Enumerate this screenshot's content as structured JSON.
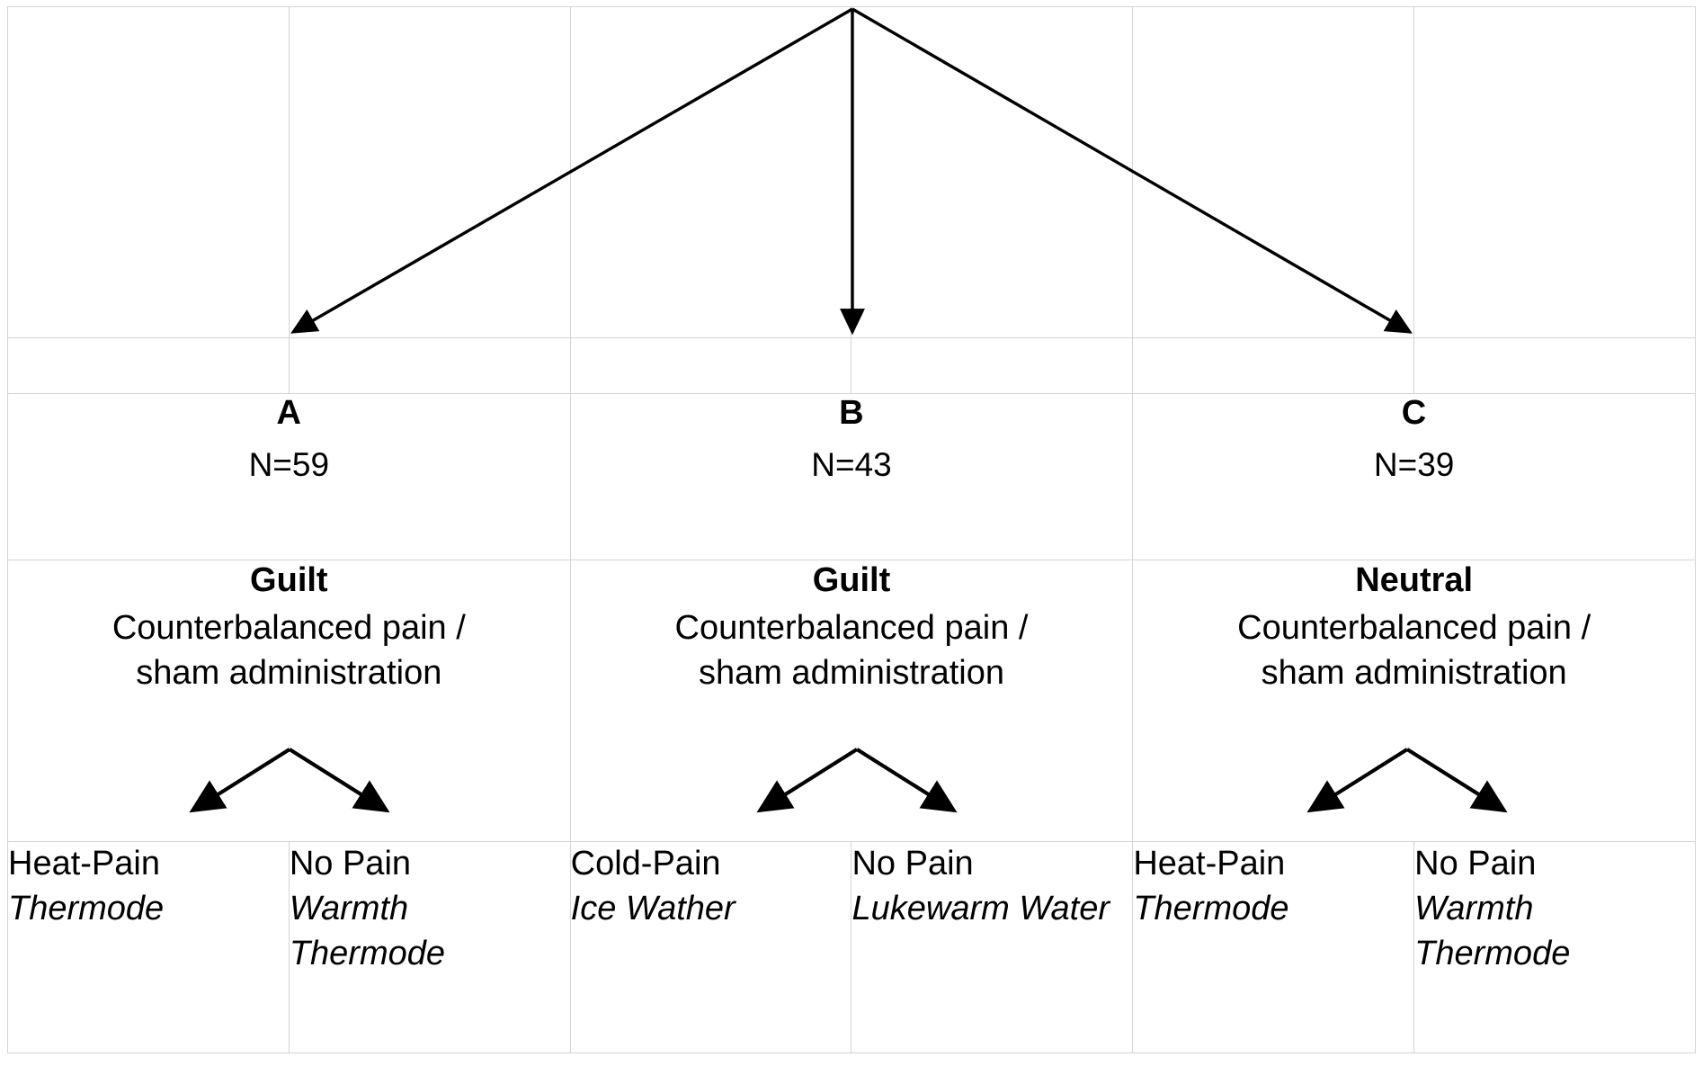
{
  "diagram": {
    "type": "study-flow-chart",
    "line_color": "#d4d4d4",
    "arrow_color": "#000000",
    "groups": [
      {
        "letter": "A",
        "n": "N=59",
        "condition_title": "Guilt",
        "condition_desc": "Counterbalanced pain /\nsham administration",
        "leaves": [
          {
            "main": "Heat-Pain",
            "sub": "Thermode"
          },
          {
            "main": "No Pain",
            "sub": "Warmth\nThermode"
          }
        ]
      },
      {
        "letter": "B",
        "n": "N=43",
        "condition_title": "Guilt",
        "condition_desc": "Counterbalanced pain /\nsham administration",
        "leaves": [
          {
            "main": "Cold-Pain",
            "sub": "Ice Wather"
          },
          {
            "main": "No Pain",
            "sub": "Lukewarm\nWater"
          }
        ]
      },
      {
        "letter": "C",
        "n": "N=39",
        "condition_title": "Neutral",
        "condition_desc": "Counterbalanced pain /\nsham administration",
        "leaves": [
          {
            "main": "Heat-Pain",
            "sub": "Thermode"
          },
          {
            "main": "No Pain",
            "sub": "Warmth\nThermode"
          }
        ]
      }
    ]
  }
}
